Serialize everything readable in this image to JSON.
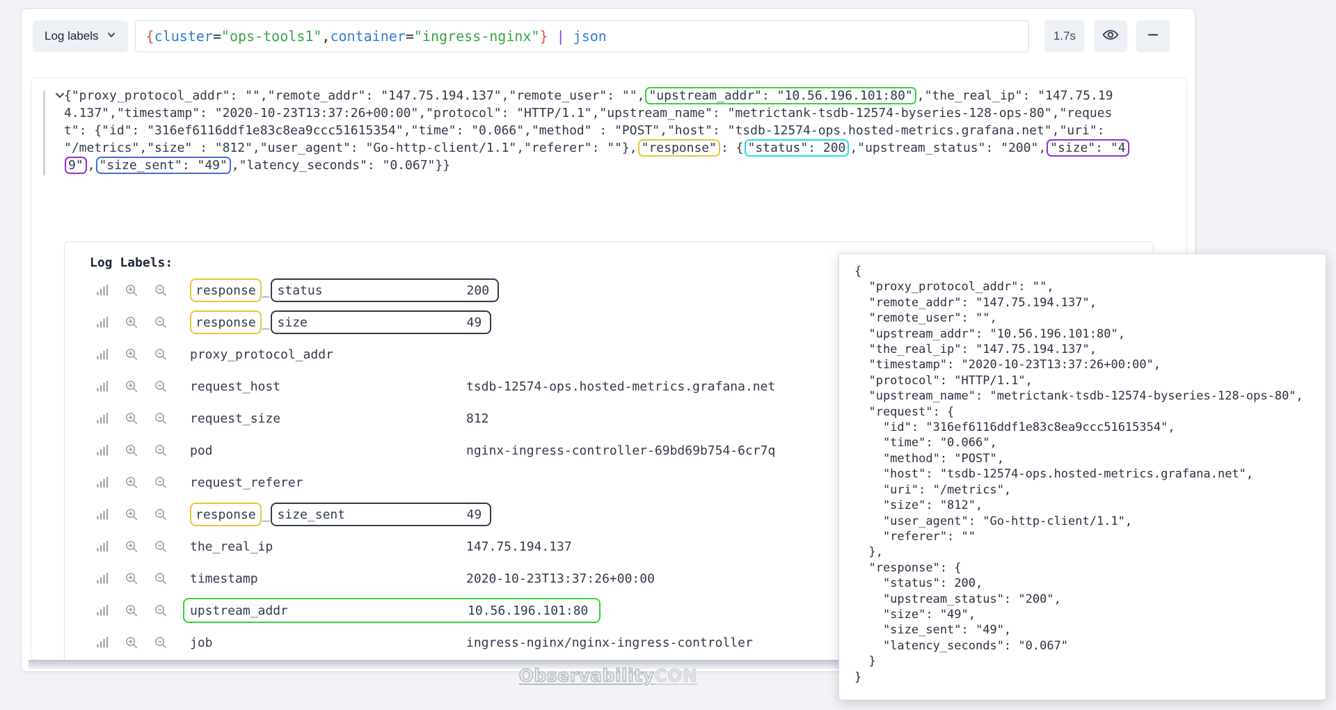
{
  "colors": {
    "highlight_green": "#38d13c",
    "highlight_yellow": "#eec13f",
    "highlight_cyan": "#24dde4",
    "highlight_purple": "#8f2fd6",
    "highlight_blue": "#3e6fd4",
    "syntax_brace": "#e0532f",
    "syntax_label": "#2e7fd3",
    "syntax_string": "#37a345",
    "syntax_pipe": "#7a3ce8"
  },
  "query_bar": {
    "dropdown_label": "Log labels",
    "duration_badge": "1.7s",
    "tokens": [
      {
        "t": "{",
        "c": "brace"
      },
      {
        "t": "cluster",
        "c": "key"
      },
      {
        "t": "=",
        "c": "plain"
      },
      {
        "t": "\"ops-tools1\"",
        "c": "string"
      },
      {
        "t": ",",
        "c": "plain"
      },
      {
        "t": "container",
        "c": "key"
      },
      {
        "t": "=",
        "c": "plain"
      },
      {
        "t": "\"ingress-nginx\"",
        "c": "string"
      },
      {
        "t": "}",
        "c": "brace"
      },
      {
        "t": " ",
        "c": "plain"
      },
      {
        "t": "|",
        "c": "pipe"
      },
      {
        "t": " ",
        "c": "plain"
      },
      {
        "t": "json",
        "c": "func"
      }
    ]
  },
  "log_entry": {
    "lines": [
      [
        {
          "t": "{\"proxy_protocol_addr\": \"\",\"remote_addr\": \"147.75.194.137\",\"remote_user\": \"\","
        },
        {
          "t": "\"upstream_addr\": \"10.56.196.101:80\"",
          "box": "green"
        },
        {
          "t": ",\"the_real_ip\": \"147.75.19"
        }
      ],
      [
        {
          "t": "4.137\",\"timestamp\": \"2020-10-23T13:37:26+00:00\",\"protocol\": \"HTTP/1.1\",\"upstream_name\": \"metrictank-tsdb-12574-byseries-128-ops-80\",\"reques"
        }
      ],
      [
        {
          "t": "t\": {\"id\": \"316ef6116ddf1e83c8ea9ccc51615354\",\"time\": \"0.066\",\"method\" : \"POST\",\"host\": \"tsdb-12574-ops.hosted-metrics.grafana.net\",\"uri\":"
        }
      ],
      [
        {
          "t": "\"/metrics\",\"size\" : \"812\",\"user_agent\": \"Go-http-client/1.1\",\"referer\": \"\"},"
        },
        {
          "t": "\"response\"",
          "box": "yellow"
        },
        {
          "t": ": {"
        },
        {
          "t": "\"status\": 200",
          "box": "cyan"
        },
        {
          "t": ",\"upstream_status\": \"200\","
        },
        {
          "t": "\"size\": \"4",
          "box": "purple"
        }
      ],
      [
        {
          "t": "9\"",
          "box": "purple"
        },
        {
          "t": ","
        },
        {
          "t": "\"size_sent\": \"49\"",
          "box": "blue"
        },
        {
          "t": ",\"latency_seconds\": \"0.067\"}}"
        }
      ]
    ]
  },
  "log_labels": {
    "title": "Log Labels:",
    "rows": [
      {
        "prefix": "response",
        "name": "status",
        "name_box": "cyan",
        "value": "200"
      },
      {
        "prefix": "response",
        "name": "size",
        "name_box": "purple",
        "value": "49"
      },
      {
        "name": "proxy_protocol_addr",
        "value": ""
      },
      {
        "name": "request_host",
        "value": "tsdb-12574-ops.hosted-metrics.grafana.net"
      },
      {
        "name": "request_size",
        "value": "812"
      },
      {
        "name": "pod",
        "value": "nginx-ingress-controller-69bd69b754-6cr7q"
      },
      {
        "name": "request_referer",
        "value": ""
      },
      {
        "prefix": "response",
        "name": "size_sent",
        "name_box": "blue",
        "value": "49"
      },
      {
        "name": "the_real_ip",
        "value": "147.75.194.137"
      },
      {
        "name": "timestamp",
        "value": "2020-10-23T13:37:26+00:00"
      },
      {
        "name": "upstream_addr",
        "value": "10.56.196.101:80",
        "row_box": "green"
      },
      {
        "name": "job",
        "value": "ingress-nginx/nginx-ingress-controller"
      },
      {
        "partial": true
      }
    ]
  },
  "json_panel": {
    "text": "{\n  \"proxy_protocol_addr\": \"\",\n  \"remote_addr\": \"147.75.194.137\",\n  \"remote_user\": \"\",\n  \"upstream_addr\": \"10.56.196.101:80\",\n  \"the_real_ip\": \"147.75.194.137\",\n  \"timestamp\": \"2020-10-23T13:37:26+00:00\",\n  \"protocol\": \"HTTP/1.1\",\n  \"upstream_name\": \"metrictank-tsdb-12574-byseries-128-ops-80\",\n  \"request\": {\n    \"id\": \"316ef6116ddf1e83c8ea9ccc51615354\",\n    \"time\": \"0.066\",\n    \"method\": \"POST\",\n    \"host\": \"tsdb-12574-ops.hosted-metrics.grafana.net\",\n    \"uri\": \"/metrics\",\n    \"size\": \"812\",\n    \"user_agent\": \"Go-http-client/1.1\",\n    \"referer\": \"\"\n  },\n  \"response\": {\n    \"status\": 200,\n    \"upstream_status\": \"200\",\n    \"size\": \"49\",\n    \"size_sent\": \"49\",\n    \"latency_seconds\": \"0.067\"\n  }\n}"
  },
  "watermark": {
    "primary": "Observability",
    "secondary": "CON"
  }
}
